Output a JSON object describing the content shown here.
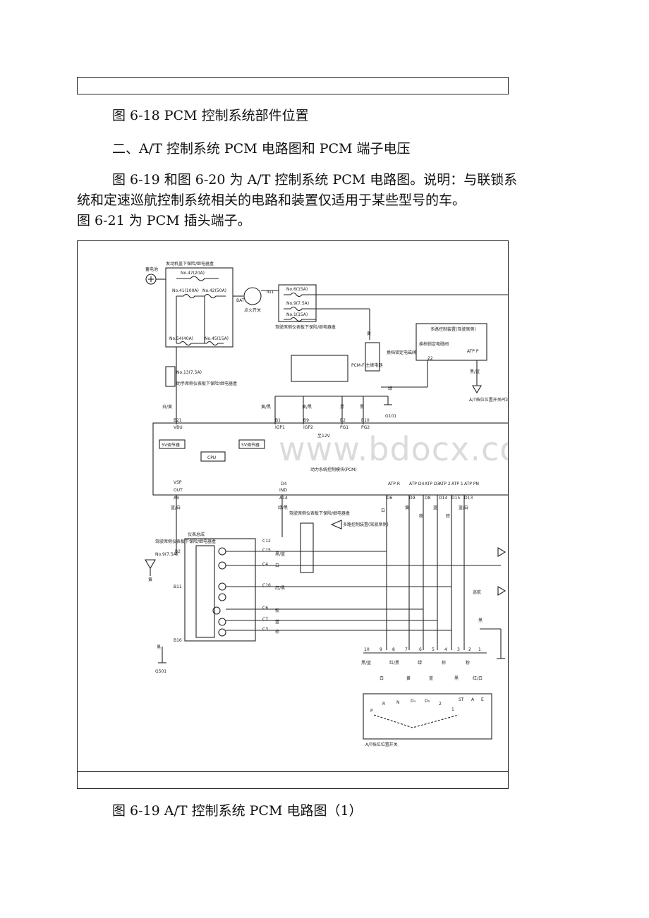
{
  "doc": {
    "caption_618": "图 6-18 PCM 控制系统部件位置",
    "section_heading": "二、A/T 控制系统 PCM 电路图和 PCM 端子电压",
    "body_line1": "图 6-19 和图 6-20 为 A/T 控制系统 PCM 电路图。说明：与联锁系",
    "body_line2": "统和定速巡航控制系统相关的电路和装置仅适用于某些型号的车。",
    "body_line3": "图 6-21 为 PCM 插头端子。",
    "caption_619": "图 6-19 A/T 控制系统 PCM 电路图（1）"
  },
  "diagram": {
    "watermark": "www.bdocx.com",
    "battery": "蓄电池",
    "engine_fuse_box": "发动机盖下保险/继电器盒",
    "fuse_47": "No.47(20A)",
    "fuse_41": "No.41(100A)",
    "fuse_42": "No.42(50A)",
    "fuse_54": "No.54(40A)",
    "fuse_45": "No.45(15A)",
    "ignition_switch": "点火开关",
    "bat": "BAT",
    "ig1": "IG1",
    "fuse_6": "No.6(15A)",
    "fuse_9": "No.9(7.5A)",
    "fuse_1": "No.1(15A)",
    "driver_dash_box_top": "驾驶席侧仪表板下保险/继电器盒",
    "yellow": "黄",
    "shift_lock_solenoid": "换档锁定电磁阀",
    "multiplex_unit_top": "多路控制装置(驾驶席侧)",
    "shift_lock_solenoid_short": "换档锁定电磁阀",
    "atp_p": "ATP P",
    "pin_22": "22",
    "pcm_relay": "PCM-FI主继电器",
    "green": "绿",
    "black_blue": "黑/蓝",
    "at_p_switch": "A/T档位位置开关P位置",
    "fuse_13": "No.13(7.5A)",
    "passenger_box": "助手席侧仪表板下保险/继电器盒",
    "white_yellow": "白/黄",
    "yellow_black_1": "黄/黑",
    "yellow_black_2": "黄/黑",
    "black_1": "黑",
    "black_2": "黑",
    "g101": "G101",
    "b21": "B21",
    "vbu": "VBU",
    "b1": "B1",
    "igp1": "IGP1",
    "b9": "B9",
    "igp2": "IGP2",
    "b2": "B2",
    "pg1": "PG1",
    "b10": "B10",
    "pg2": "PG2",
    "reg_5v_1": "5V调节器",
    "reg_5v_2": "5V调节器",
    "cpu": "CPU",
    "volt_12": "至12V",
    "pcm_label": "动力系统控制模块(PCM)",
    "vsp": "VSP",
    "out": "OUT",
    "a9": "A9",
    "blue_white": "蓝/白",
    "d4": "D4",
    "ind": "IND",
    "a14": "A14",
    "green_black": "绿/黑",
    "atp_r": "ATP R",
    "d6": "D6",
    "atp_d4": "ATP D4",
    "d9": "D9",
    "atp_d3": "ATP D3",
    "d8": "D8",
    "atp_2": "ATP 2",
    "d14": "D14",
    "atp_1": "ATP 1",
    "d15": "D15",
    "atp_pn": "ATP PN",
    "d13": "D13",
    "white_w": "白",
    "yellow_w": "黄",
    "pink_w": "粉",
    "blue_w": "蓝",
    "brown_w": "棕",
    "blue_white_2": "蓝/白",
    "driver_dash_box_mid": "驾驶席侧仪表板下保险/继电器盒",
    "multiplex_unit_mid": "多路控制装置(驾驶席侧)",
    "cluster": "仪表总成",
    "driver_box_left": "驾驶席侧仪表板下保险/继电器盒",
    "fuse_9b": "No.9(7.5A)",
    "yellow_left": "黄",
    "b11": "B11",
    "b16": "B16",
    "b2c": "B2",
    "black_g501": "黑",
    "g501": "G501",
    "c12": "C12",
    "c15": "C15",
    "c4": "C4",
    "c16": "C16",
    "c6": "C6",
    "c7": "C7",
    "c3": "C3",
    "wire_black_blue": "黑/蓝",
    "wire_white": "白",
    "wire_red_black": "红/黑",
    "wire_pink": "粉",
    "wire_blue": "蓝",
    "wire_brown": "棕",
    "cruise": "巡航",
    "black_right": "黑",
    "pins_row": [
      "10",
      "9",
      "8",
      "7",
      "6",
      "5",
      "4",
      "3",
      "2",
      "1"
    ],
    "sw_black_blue": "黑/蓝",
    "sw_white": "白",
    "sw_red_black": "红/黑",
    "sw_yellow": "黄",
    "sw_green": "绿",
    "sw_blue": "蓝",
    "sw_brown": "棕",
    "sw_black": "黑",
    "sw_pink": "粉",
    "sw_red_white": "红/白",
    "pos_p": "P",
    "pos_r": "R",
    "pos_n": "N",
    "pos_d4": "D₄",
    "pos_d3": "D₃",
    "pos_2": "2",
    "pos_1": "1",
    "st": "ST",
    "a": "A",
    "e": "E",
    "at_switch": "A/T档位位置开关"
  }
}
